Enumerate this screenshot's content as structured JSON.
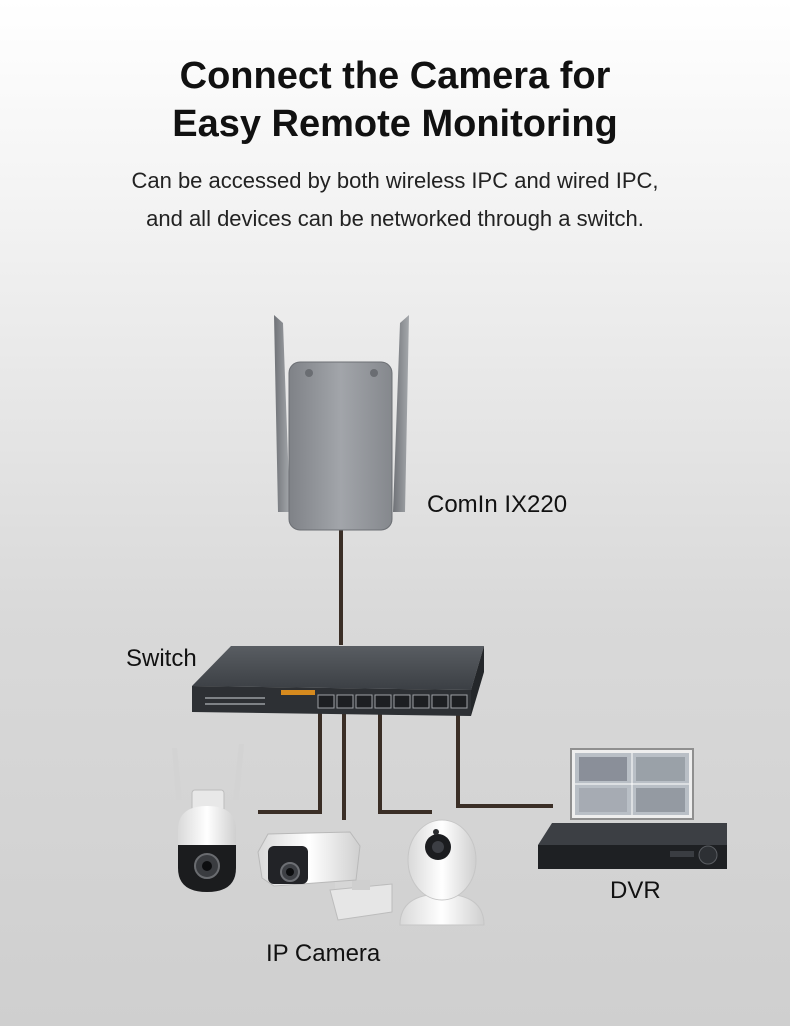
{
  "header": {
    "title_line1": "Connect the Camera for",
    "title_line2": "Easy Remote Monitoring",
    "subtitle_line1": "Can be accessed by both wireless IPC and wired IPC,",
    "subtitle_line2": "and all devices can be networked through a switch."
  },
  "labels": {
    "router": "ComIn IX220",
    "switch": "Switch",
    "ip_camera": "IP Camera",
    "dvr": "DVR"
  },
  "colors": {
    "cable": "#3a2e26",
    "device_gray": "#8f9297",
    "switch_body": "#3e4247"
  }
}
